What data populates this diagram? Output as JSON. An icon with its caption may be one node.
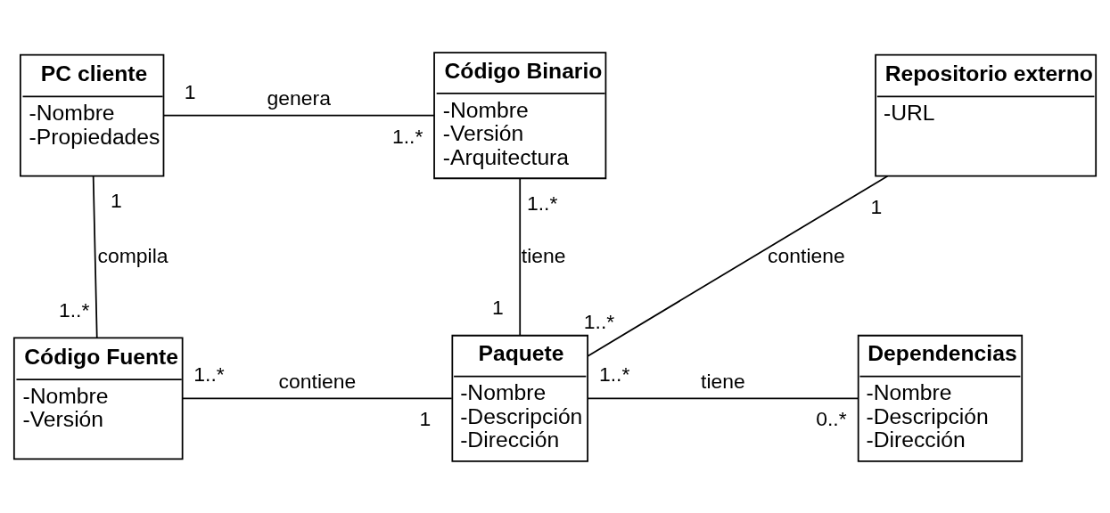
{
  "diagram": {
    "nodes": [
      {
        "text": [
          "PC cliente",
          "-Nombre",
          "-Propiedades"
        ]
      },
      {
        "text": [
          "Código Binario",
          "-Nombre",
          "-Versión",
          "-Arquitectura"
        ]
      },
      {
        "text": [
          "Repositorio externo",
          "-URL"
        ]
      },
      {
        "text": [
          "Dependencias",
          "-Nombre",
          "-Descripción",
          "-Dirección"
        ]
      },
      {
        "text": [
          "Código Fuente",
          "-Nombre",
          "-Versión"
        ]
      },
      {
        "text": [
          "Paquete",
          "-Nombre",
          "-Descripción",
          "-Dirección"
        ]
      }
    ],
    "edges": [
      {
        "from": 0,
        "to": 1,
        "arrow": "none",
        "label": "genera"
      },
      {
        "from": 0,
        "to": 4,
        "arrow": "none",
        "label": "compila"
      },
      {
        "from": 5,
        "to": 1,
        "arrow": "none",
        "label": "tiene"
      },
      {
        "from": 5,
        "to": 2,
        "arrow": "none",
        "label": "contiene"
      },
      {
        "from": 5,
        "to": 4,
        "arrow": "none",
        "label": "contiene"
      },
      {
        "from": 5,
        "to": 3,
        "arrow": "none",
        "label": "tiene"
      }
    ],
    "labels": [
      "1",
      "1..*",
      "1",
      "1",
      "1..*",
      "1",
      "1..*",
      "1..*",
      "1",
      "1..*",
      "1..*",
      "0..*"
    ]
  }
}
